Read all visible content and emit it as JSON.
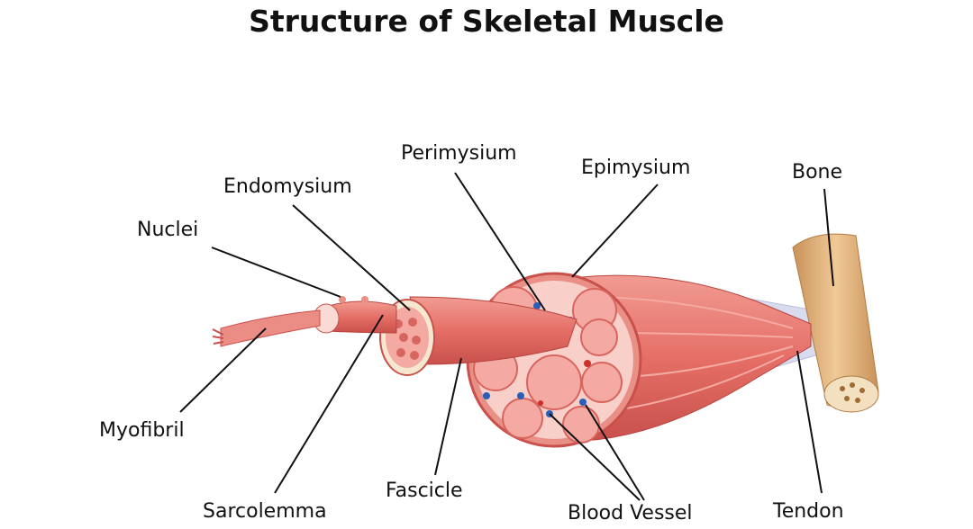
{
  "title": "Structure of Skeletal Muscle",
  "labels": {
    "perimysium": "Perimysium",
    "epimysium": "Epimysium",
    "endomysium": "Endomysium",
    "bone": "Bone",
    "nuclei": "Nuclei",
    "myofibril": "Myofibril",
    "sarcolemma": "Sarcolemma",
    "fascicle": "Fascicle",
    "blood_vessel": "Blood Vessel",
    "tendon": "Tendon"
  },
  "colors": {
    "muscle": "#e8776f",
    "muscle_dark": "#c9504b",
    "cross_section": "#f6b9b3",
    "vessel": "#2a5fb8",
    "bone": "#e5b883",
    "tendon": "#d9dcef"
  }
}
